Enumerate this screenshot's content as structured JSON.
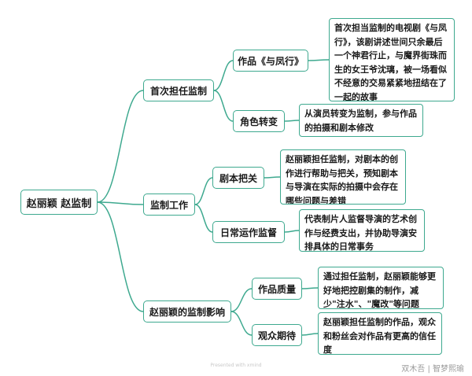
{
  "root": {
    "label": "赵丽颖 赵监制"
  },
  "branches": [
    {
      "label": "首次担任监制",
      "children": [
        {
          "label": "作品《与凤行》",
          "detail": "首次担当监制的电视剧《与凤行》，该剧讲述世间只余最后一个神君行止，与魔界街珠而生的女王爷沈璃，被一场看似不经意的交易紧紧地扭结在了一起的故事"
        },
        {
          "label": "角色转变",
          "detail": "从演员转变为监制，参与作品的拍摄和剧本修改"
        }
      ]
    },
    {
      "label": "监制工作",
      "children": [
        {
          "label": "剧本把关",
          "detail": "赵丽颖担任监制，对剧本的创作进行帮助与把关，预知剧本与导演在实际的拍摄中会存在哪些问题与差错"
        },
        {
          "label": "日常运作监督",
          "detail": "代表制片人监督导演的艺术创作与经费支出，并协助导演安排具体的日常事务"
        }
      ]
    },
    {
      "label": "赵丽颖的监制影响",
      "children": [
        {
          "label": "作品质量",
          "detail": "通过担任监制，赵丽颖能够更好地把控剧集的制作，减少\"注水\"、\"魔改\"等问题"
        },
        {
          "label": "观众期待",
          "detail": "赵丽颖担任监制的作品，观众和粉丝会对作品有更高的信任度"
        }
      ]
    }
  ],
  "footer": {
    "text": "Presented with xmind"
  },
  "watermark": {
    "text": "双木吾 | 智梦熙瑜"
  },
  "colors": {
    "line": "#3ea98f",
    "border": "#3ea98f"
  }
}
